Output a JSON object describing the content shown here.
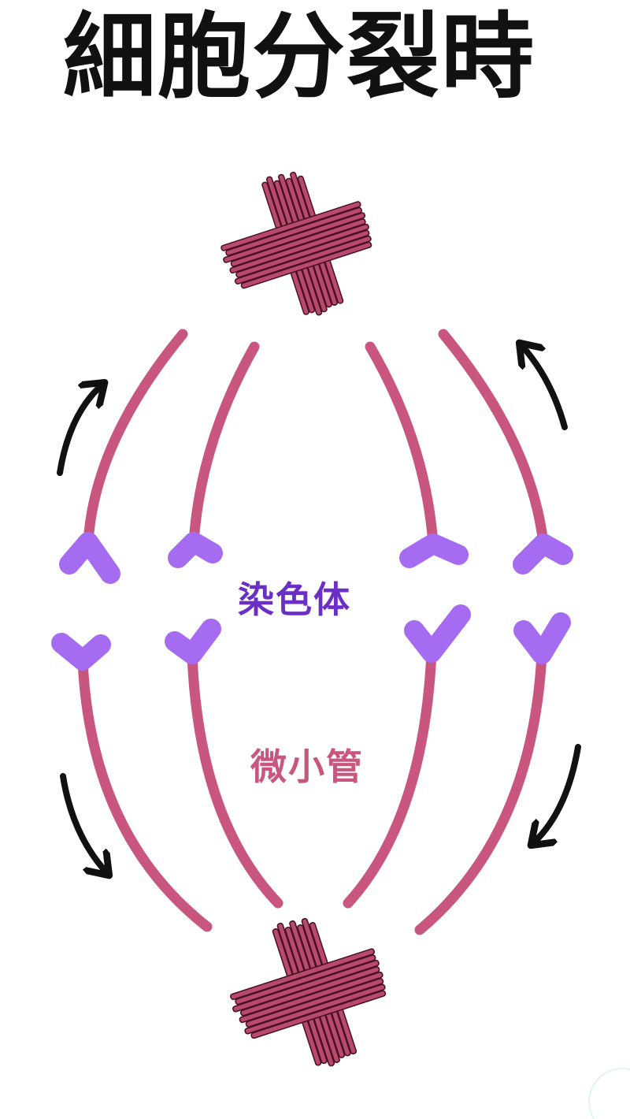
{
  "title": "細胞分裂時",
  "labels": {
    "chromosome": "染色体",
    "microtubule": "微小管"
  },
  "colors": {
    "title": "#111111",
    "chromosome": "#6a2fc6",
    "chromosome_shape": "#a56cf2",
    "microtubule": "#c8567e",
    "centrosome": "#b84a6e",
    "centrosome_edge": "#4a1024",
    "arrow": "#111111"
  },
  "icons": {
    "centrosome": "centrosome-icon",
    "chromosome": "chromosome-icon",
    "arrow": "curved-arrow-icon"
  }
}
